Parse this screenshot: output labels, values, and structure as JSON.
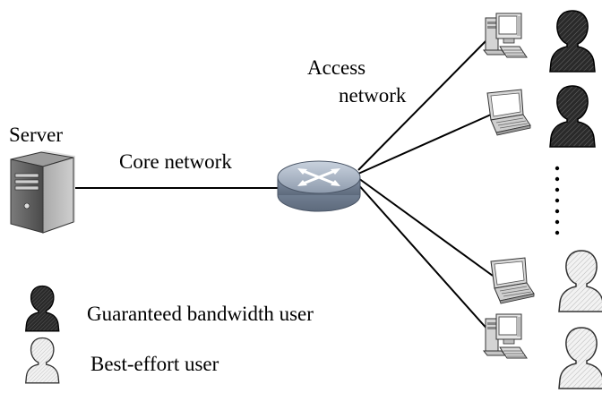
{
  "labels": {
    "server": "Server",
    "core_network": "Core network",
    "access_network_line1": "Access",
    "access_network_line2": "network"
  },
  "legend": {
    "guaranteed": "Guaranteed bandwidth user",
    "best_effort": "Best-effort user"
  },
  "colors": {
    "guaranteed_user": "#222222",
    "best_effort_user": "#dcdcdc",
    "router": "#9aa7b8",
    "server": "#6b6b6b"
  },
  "clients": [
    {
      "device": "desktop",
      "user": "guaranteed"
    },
    {
      "device": "laptop",
      "user": "guaranteed"
    },
    {
      "device": "laptop",
      "user": "best-effort"
    },
    {
      "device": "desktop",
      "user": "best-effort"
    }
  ]
}
